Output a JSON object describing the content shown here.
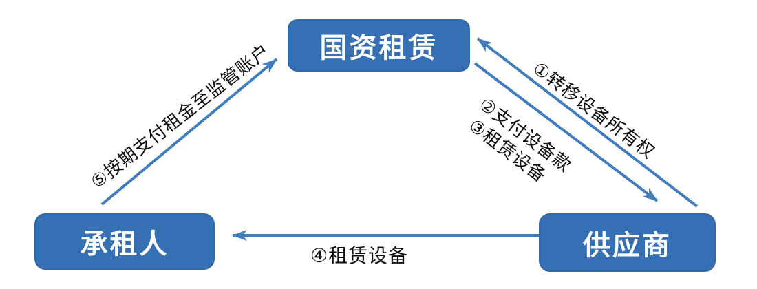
{
  "diagram": {
    "type": "flow-diagram",
    "background_color": "#ffffff",
    "colors": {
      "node_fill": "#3470b3",
      "node_border": "#2f69a9",
      "node_text": "#ffffff",
      "arrow": "#407cbe",
      "label_text": "#0f0f0f"
    },
    "nodes": [
      {
        "id": "lessor",
        "label": "国资租赁"
      },
      {
        "id": "lessee",
        "label": "承租人"
      },
      {
        "id": "supplier",
        "label": "供应商"
      }
    ],
    "edges": [
      {
        "from": "供应商",
        "to": "国资租赁",
        "labels": [
          "①转移设备所有权"
        ]
      },
      {
        "from": "国资租赁",
        "to": "供应商",
        "labels": [
          "②支付设备款",
          "③租赁设备"
        ]
      },
      {
        "from": "供应商",
        "to": "承租人",
        "labels": [
          "④租赁设备"
        ]
      },
      {
        "from": "承租人",
        "to": "国资租赁",
        "labels": [
          "⑤按期支付租金至监管账户"
        ]
      }
    ]
  }
}
